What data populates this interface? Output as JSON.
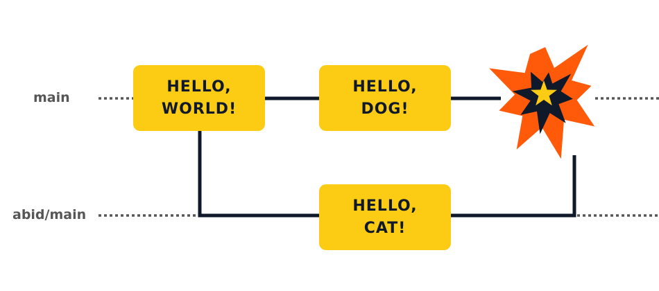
{
  "branches": {
    "main": "main",
    "feature": "abid/main"
  },
  "commits": [
    {
      "id": "world",
      "line1": "HELLO,",
      "line2": "WORLD!"
    },
    {
      "id": "dog",
      "line1": "HELLO,",
      "line2": "DOG!"
    },
    {
      "id": "cat",
      "line1": "HELLO,",
      "line2": "CAT!"
    }
  ],
  "conflict_marker": {
    "icon": "explosion-icon"
  },
  "colors": {
    "box_fill": "#fccc14",
    "box_text": "#10192a",
    "line": "#10192a",
    "dotted_line": "#565656",
    "label": "#565656",
    "explosion_outer": "#ff5a0a",
    "explosion_inner": "#10192a",
    "explosion_core": "#fccc14"
  }
}
